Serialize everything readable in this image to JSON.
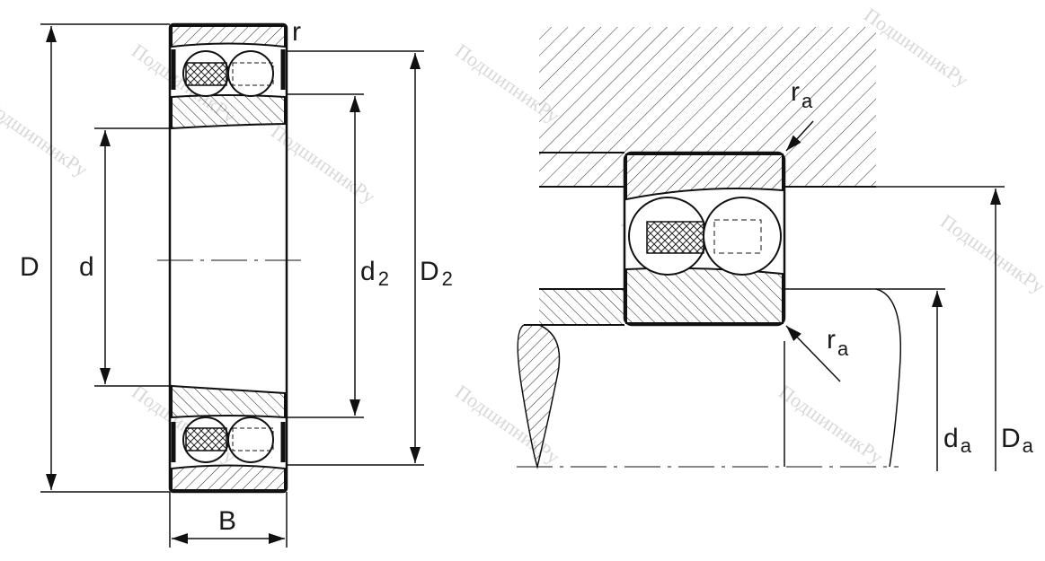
{
  "watermark": "ПодшипникРу",
  "left_view": {
    "labels": {
      "D": "D",
      "d": "d",
      "d2_main": "d",
      "d2_sub": "2",
      "D2_main": "D",
      "D2_sub": "2",
      "B": "B",
      "r": "r"
    }
  },
  "right_view": {
    "labels": {
      "ra_top_main": "r",
      "ra_top_sub": "a",
      "ra_bot_main": "r",
      "ra_bot_sub": "a",
      "da_main": "d",
      "da_sub": "a",
      "Da_main": "D",
      "Da_sub": "a"
    }
  }
}
